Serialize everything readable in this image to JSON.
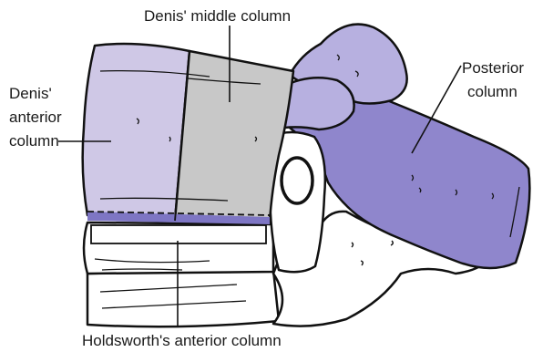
{
  "labels": {
    "denis_middle": "Denis' middle column",
    "denis_anterior": [
      "Denis'",
      "anterior",
      "column"
    ],
    "posterior": [
      "Posterior",
      "column"
    ],
    "holdsworth": "Holdsworth's anterior column"
  },
  "colors": {
    "vertebral_body": "#cfc8e6",
    "middle_column": "#c8c8c8",
    "posterior_elements": "#8f86cc",
    "posterior_light": "#b7b0e0",
    "endplate": "#7e76c4",
    "outline": "#111111",
    "background": "#ffffff"
  }
}
